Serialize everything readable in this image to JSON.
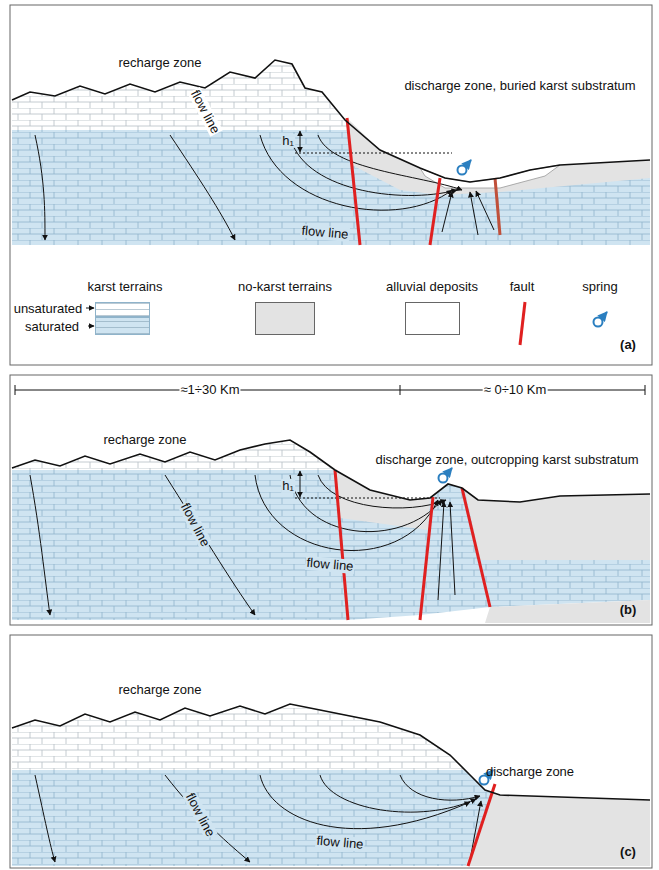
{
  "diagram": {
    "labels": [
      "recharge zone",
      "discharge zone, buried karst substratum",
      "h₁",
      "flow line",
      "flow line",
      "(a)",
      "≈1÷30 Km",
      "≈ 0÷10 Km",
      "recharge zone",
      "discharge zone, outcropping karst substratum",
      "h₁",
      "flow line",
      "flow line",
      "(b)",
      "recharge zone",
      "discharge zone",
      "flow line",
      "flow line",
      "(c)"
    ],
    "legend": [
      {
        "text": "karst terrains"
      },
      {
        "text": "unsaturated",
        "color": "#ffffff"
      },
      {
        "text": "saturated",
        "color": "#cfe4f1"
      },
      {
        "text": "no-karst terrains",
        "color": "#e3e3e3"
      },
      {
        "text": "alluvial deposits",
        "color": "#ffffff"
      },
      {
        "text": "fault"
      },
      {
        "text": "spring"
      }
    ]
  }
}
